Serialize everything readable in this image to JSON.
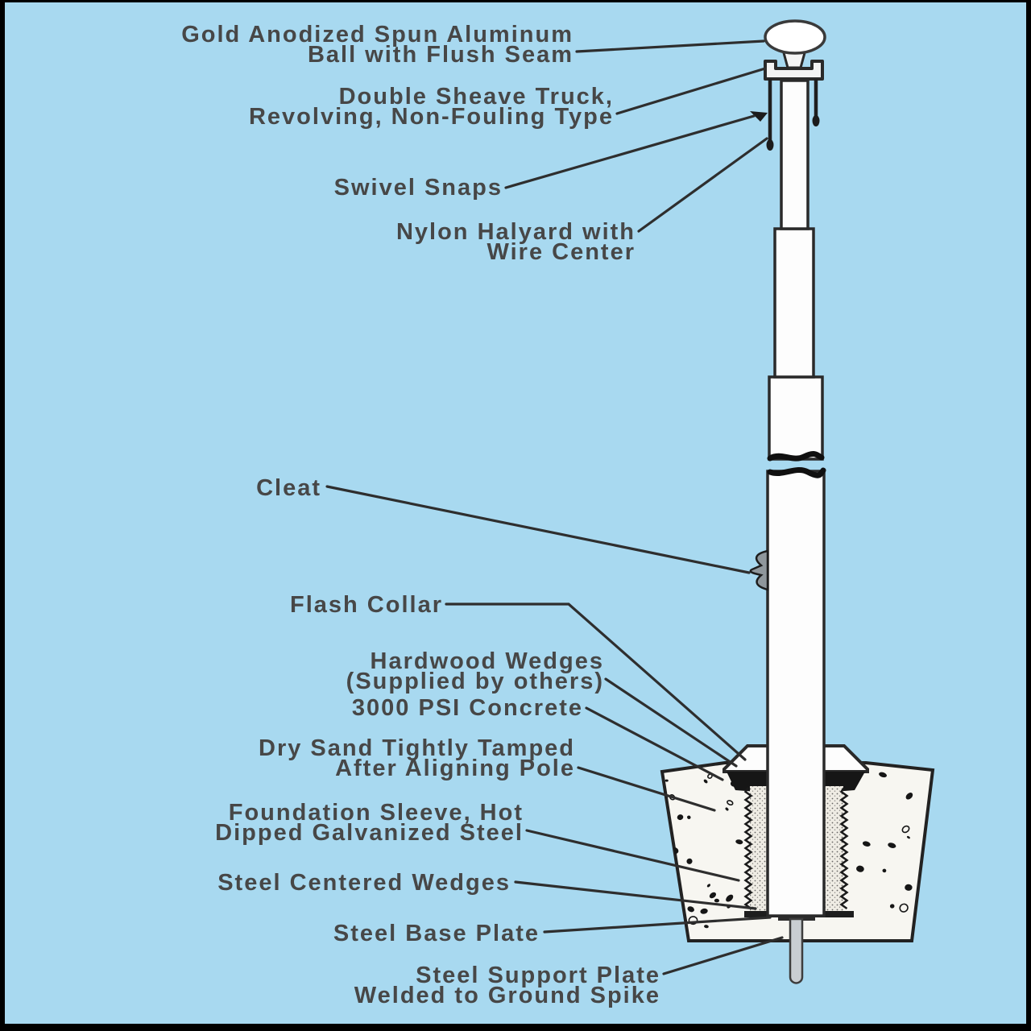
{
  "title": "Flagpole installation diagram",
  "colors": {
    "background": "#a8d9f0",
    "frame": "#000000",
    "text": "#474747",
    "line": "#2e2e2e",
    "pole_fill": "#fdfdfd",
    "concrete_fill": "#f7f6f1",
    "wedge_dark": "#161616",
    "spike_fill": "#c9ced2"
  },
  "labels": {
    "ball": {
      "line1": "Gold Anodized Spun Aluminum",
      "line2": "Ball with Flush Seam"
    },
    "truck": {
      "line1": "Double Sheave Truck,",
      "line2": "Revolving, Non-Fouling Type"
    },
    "swivel": {
      "line1": "Swivel Snaps"
    },
    "halyard": {
      "line1": "Nylon Halyard with",
      "line2": "Wire Center"
    },
    "cleat": {
      "line1": "Cleat"
    },
    "flash": {
      "line1": "Flash Collar"
    },
    "hardwood": {
      "line1": "Hardwood Wedges",
      "line2": "(Supplied by others)"
    },
    "concrete": {
      "line1": "3000 PSI Concrete"
    },
    "drysand": {
      "line1": "Dry Sand Tightly Tamped",
      "line2": "After Aligning Pole"
    },
    "sleeve": {
      "line1": "Foundation Sleeve, Hot",
      "line2": "Dipped Galvanized Steel"
    },
    "steelwedges": {
      "line1": "Steel Centered Wedges"
    },
    "baseplate": {
      "line1": "Steel Base Plate"
    },
    "support": {
      "line1": "Steel Support Plate",
      "line2": "Welded to Ground Spike"
    }
  }
}
